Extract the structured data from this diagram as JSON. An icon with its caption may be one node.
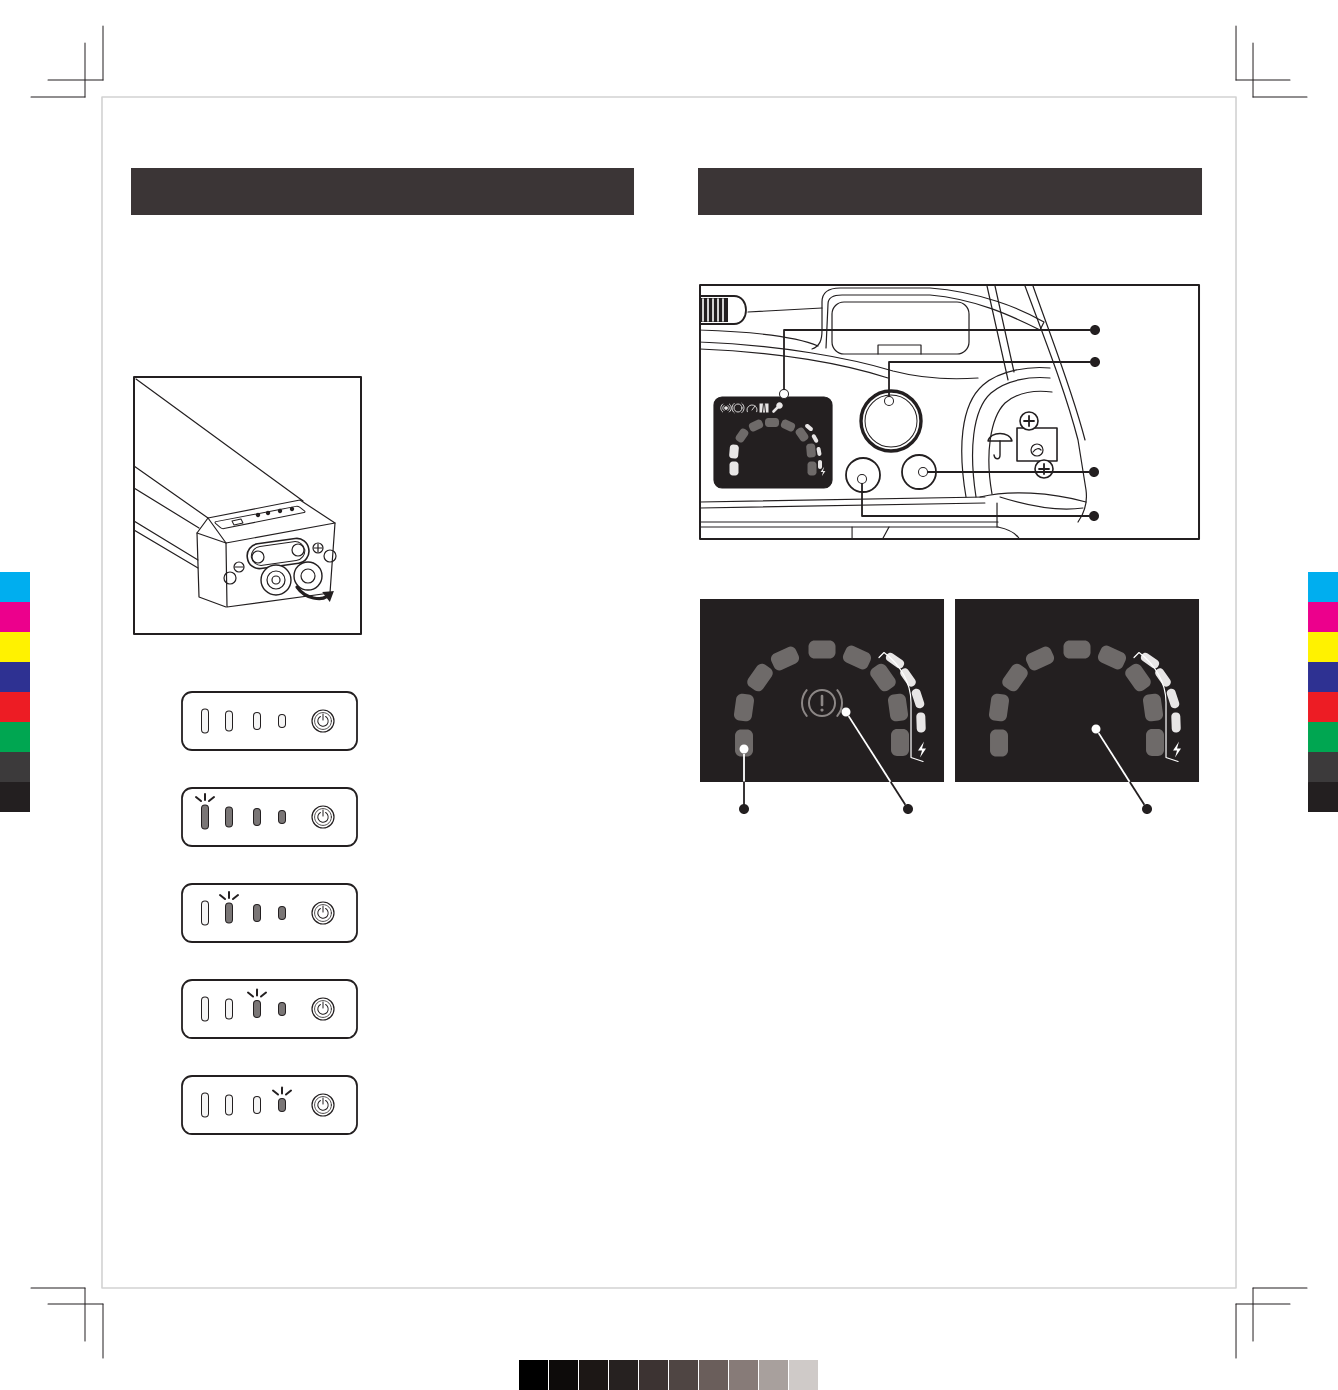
{
  "diagram": {
    "nodes": [
      {
        "text": [],
        "shape": "circle"
      },
      {
        "text": [],
        "shape": "circle"
      },
      {
        "text": [],
        "shape": "circle"
      },
      {
        "text": [],
        "shape": "circle"
      },
      {
        "text": [],
        "shape": "box"
      },
      {
        "text": [],
        "shape": "circle"
      },
      {
        "text": [],
        "shape": "circle"
      },
      {
        "text": [],
        "shape": "circle"
      },
      {
        "text": [],
        "shape": "circle"
      },
      {
        "text": [],
        "shape": "circle",
        "in": 5
      },
      {
        "text": [],
        "shape": "circle",
        "in": 6
      },
      {
        "text": [],
        "shape": "circle",
        "in": 7
      },
      {
        "text": [],
        "shape": "box"
      },
      {
        "text": [],
        "shape": "circle",
        "in": 12
      },
      {
        "text": [],
        "shape": "circle",
        "in": 12
      },
      {
        "text": [],
        "shape": "box"
      },
      {
        "text": [],
        "shape": "circle",
        "in": 15
      },
      {
        "text": [],
        "shape": "circle"
      },
      {
        "text": [],
        "shape": "circle"
      },
      {
        "text": [],
        "shape": "circle"
      }
    ],
    "edges": [
      {
        "from": 0,
        "to": 8,
        "arrow": "none"
      },
      {
        "from": 1,
        "to": 9,
        "arrow": "none"
      },
      {
        "from": 2,
        "to": 10,
        "arrow": "none"
      },
      {
        "from": 3,
        "to": 11,
        "arrow": "none"
      },
      {
        "from": 17,
        "to": 13,
        "arrow": "none",
        "color": "#ffffff"
      },
      {
        "from": 18,
        "to": 14,
        "arrow": "none",
        "color": "#ffffff"
      },
      {
        "from": 19,
        "to": 16,
        "arrow": "none",
        "color": "#ffffff"
      }
    ]
  }
}
